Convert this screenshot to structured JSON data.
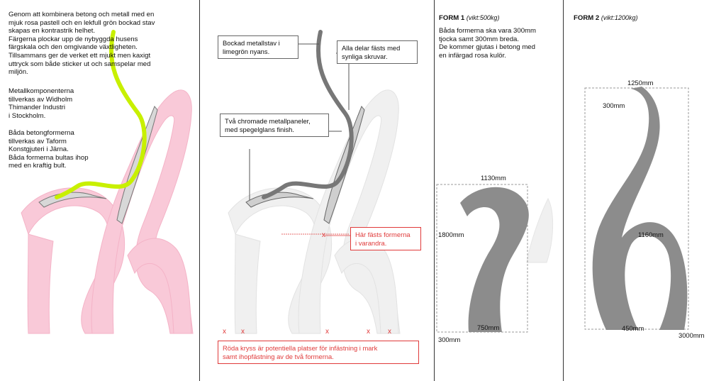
{
  "intro_text": "Genom att kombinera betong och metall med en\nmjuk rosa pastell och en lekfull grön bockad stav\nskapas en kontrastrik helhet.\nFärgerna plockar upp de nybyggda husens\nfärgskala och den omgivande växtligheten.\nTillsammans ger de verket ett mjukt men kaxigt\nuttryck som både sticker ut och samspelar med\nmiljön.",
  "metal_text": "Metallkomponenterna\ntillverkas av Widholm\nThimander Industri\ni Stockholm.",
  "concrete_text": "Båda betongformerna\ntillverkas av Taform\nKonstgjuteri i Järna.\nBåda formerna bultas ihop\nmed en kraftig bult.",
  "callouts": {
    "rod": "Bockad metallstav i\nlimegrön nyans.",
    "screws": "Alla delar fästs med\nsynliga skruvar.",
    "panels": "Två chromade metallpaneler,\nmed spegelglans finish.",
    "join": "Här fästs formerna\ni varandra.",
    "crosses": "Röda kryss är potentiella platser för infästning i mark\nsamt ihopfästning av de två formerna."
  },
  "form1": {
    "title": "FORM 1",
    "weight": "(vikt:500kg)",
    "desc": "Båda formerna ska vara 300mm\ntjocka samt 300mm breda.\nDe kommer gjutas i betong med\nen infärgad rosa kulör.",
    "dim_top": "1130mm",
    "dim_left": "1800mm",
    "dim_bottom": "750mm",
    "dim_corner": "300mm"
  },
  "form2": {
    "title": "FORM 2",
    "weight": "(vikt:1200kg)",
    "dim_top": "1250mm",
    "dim_tip": "300mm",
    "dim_mid": "1160mm",
    "dim_bottom": "450mm",
    "dim_height": "3000mm"
  },
  "colors": {
    "pink": "#f9c9d8",
    "lime": "#c8f000",
    "grey_form": "#8c8c8c",
    "red": "#e03a3a"
  }
}
